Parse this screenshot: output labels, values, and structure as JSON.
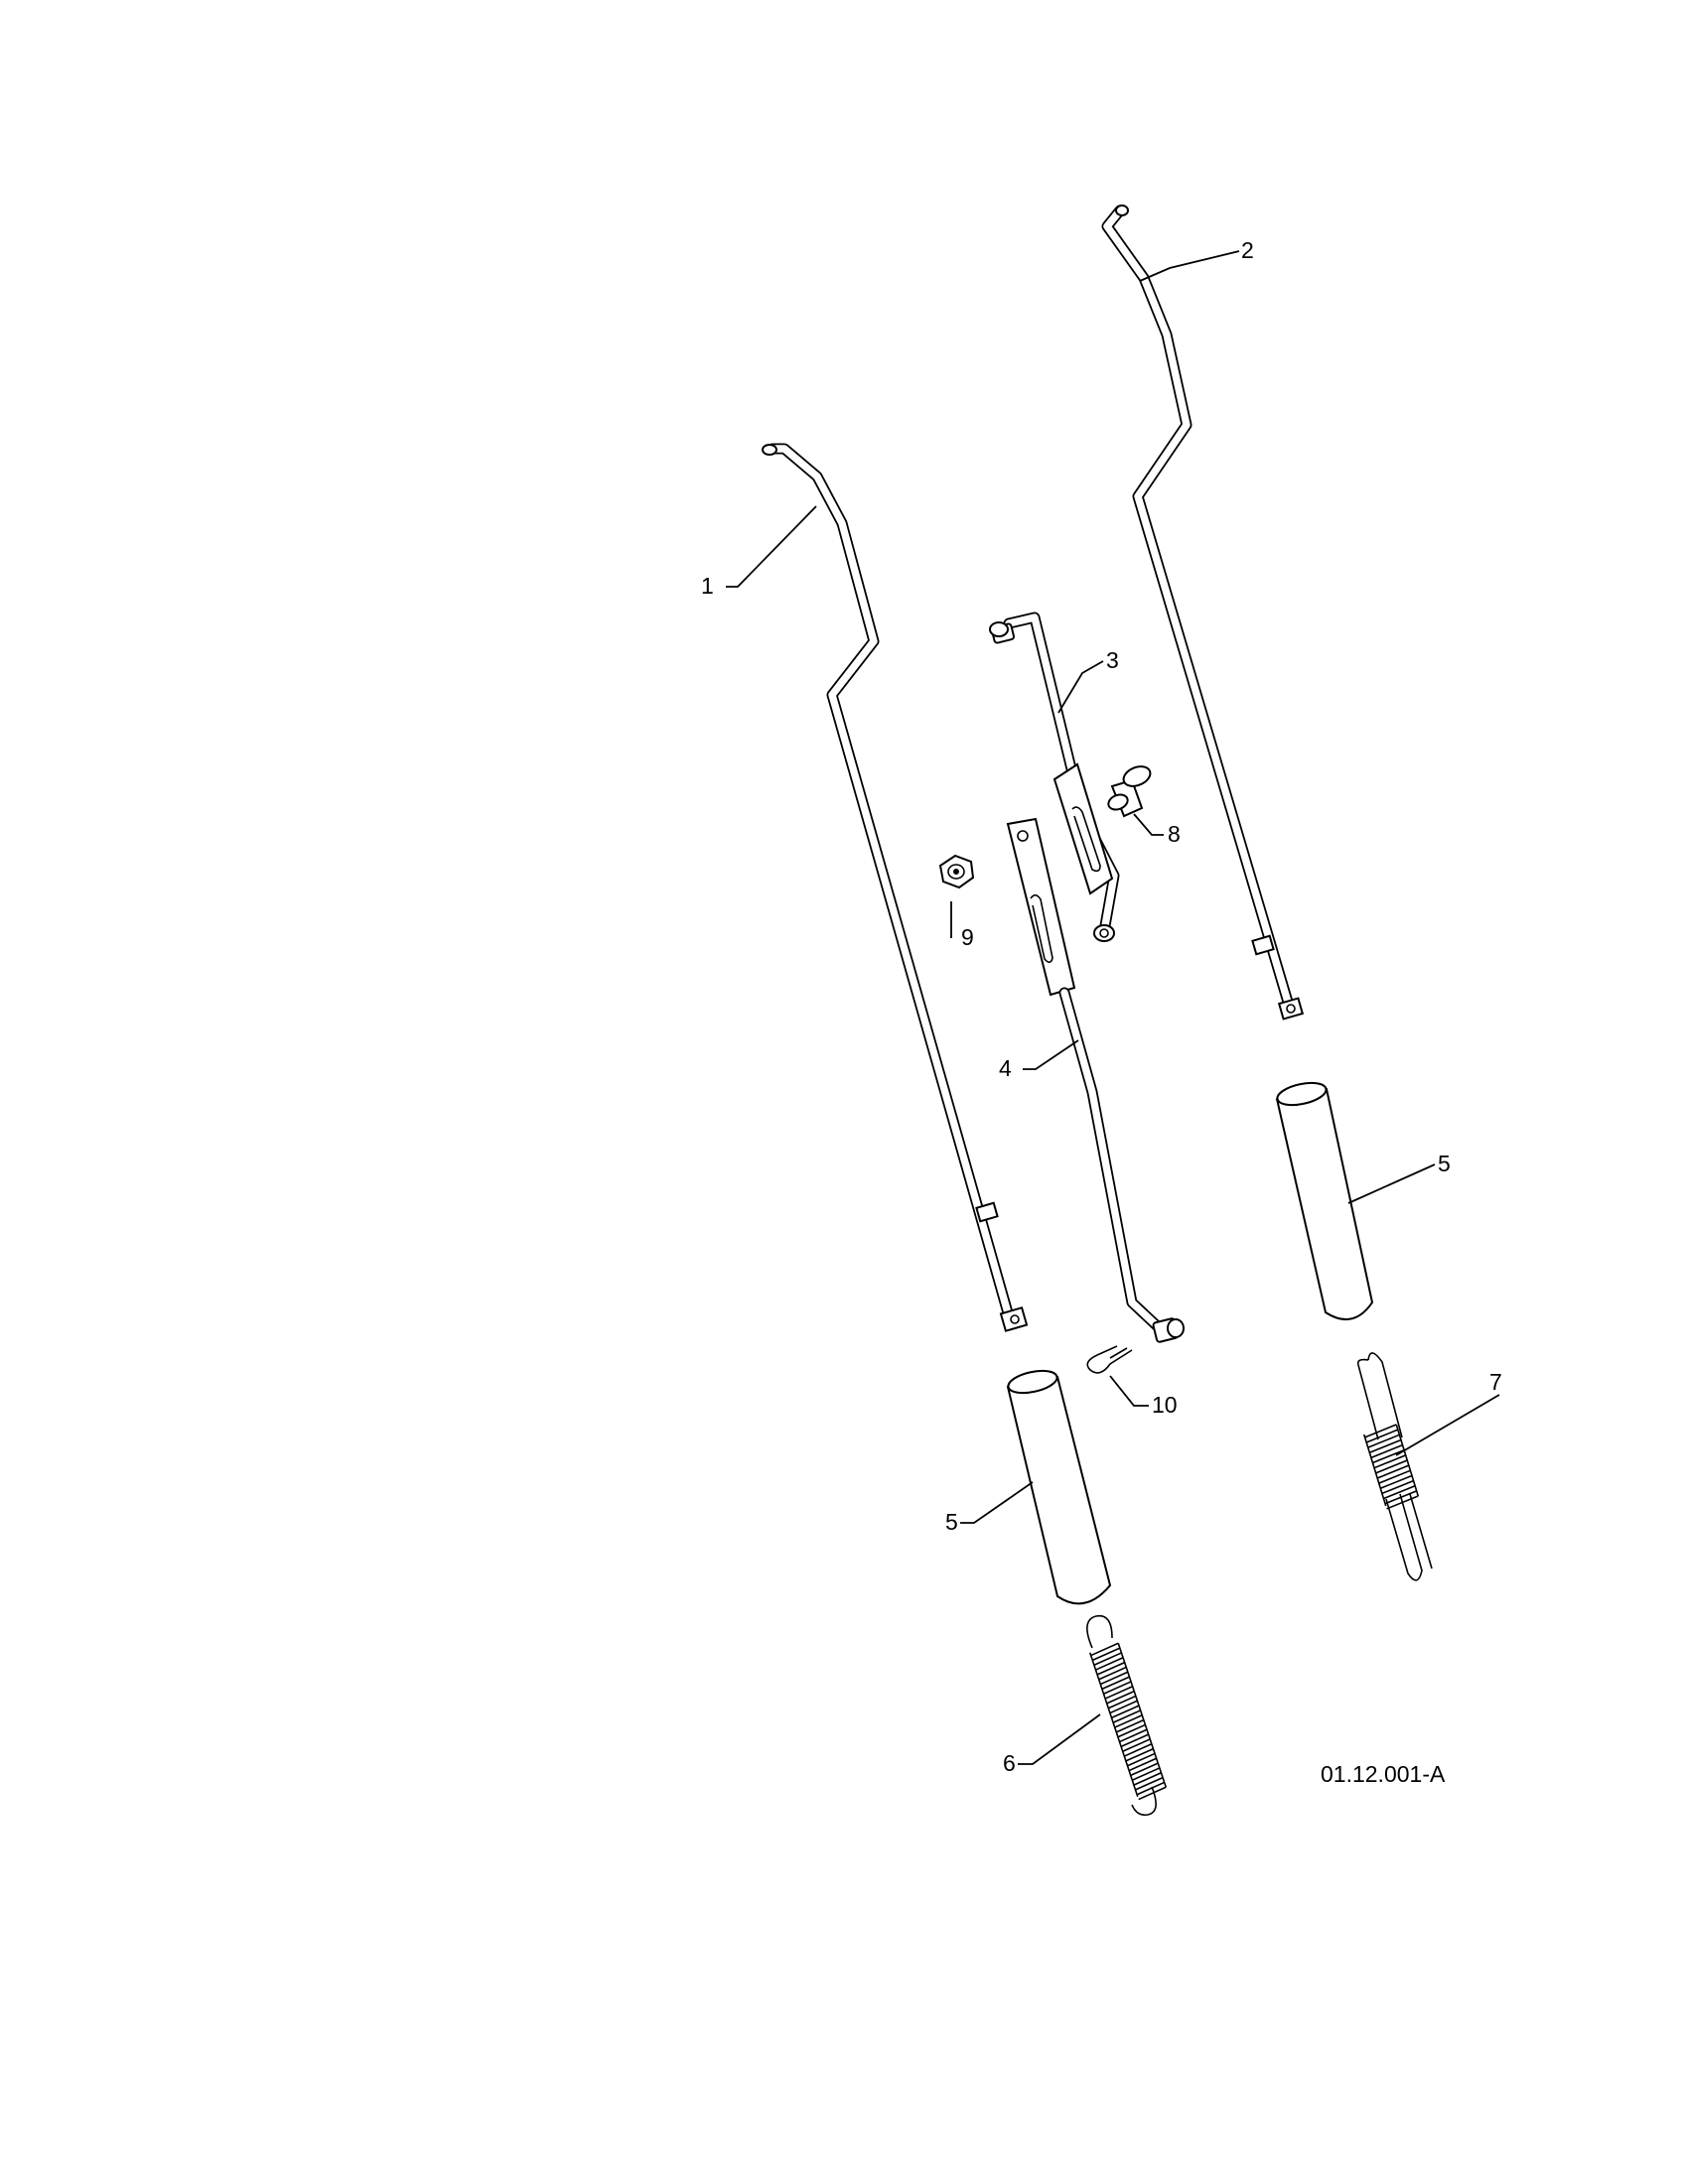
{
  "diagram": {
    "drawing_number": "01.12.001-A",
    "callouts": [
      {
        "id": "callout-1",
        "text": "1"
      },
      {
        "id": "callout-2",
        "text": "2"
      },
      {
        "id": "callout-3",
        "text": "3"
      },
      {
        "id": "callout-4",
        "text": "4"
      },
      {
        "id": "callout-5a",
        "text": "5"
      },
      {
        "id": "callout-5b",
        "text": "5"
      },
      {
        "id": "callout-6",
        "text": "6"
      },
      {
        "id": "callout-7",
        "text": "7"
      },
      {
        "id": "callout-8",
        "text": "8"
      },
      {
        "id": "callout-9",
        "text": "9"
      },
      {
        "id": "callout-10",
        "text": "10"
      }
    ]
  }
}
